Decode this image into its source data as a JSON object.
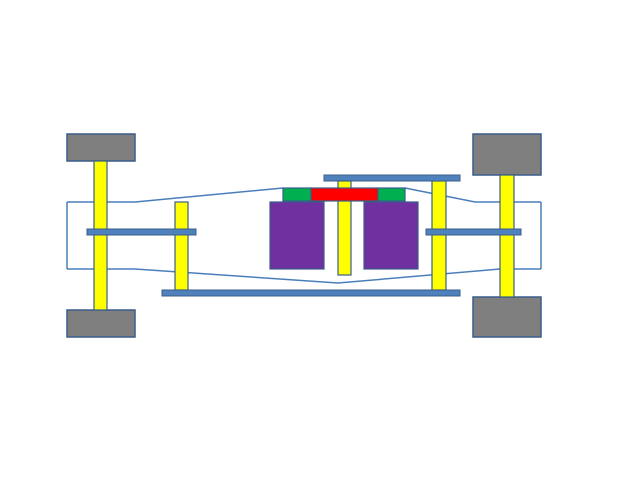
{
  "colors": {
    "background": "#ffffff",
    "outline": "#4a7ebb",
    "outline_dark": "#385d8a",
    "wheel_fill": "#7f7f7f",
    "shaft_fill": "#ffff00",
    "bar_fill": "#4f81bd",
    "motor_fill": "#7030a0",
    "green_block_fill": "#00b050",
    "red_block_fill": "#ff0000"
  },
  "components": {
    "wheels": [
      "wheel-front-left",
      "wheel-rear-left",
      "wheel-front-right",
      "wheel-rear-right"
    ],
    "axles": [
      "left-axle",
      "right-axle"
    ],
    "motors": [
      "left-motor",
      "right-motor"
    ],
    "connector": [
      "left-green-block",
      "red-block",
      "right-green-block"
    ]
  }
}
